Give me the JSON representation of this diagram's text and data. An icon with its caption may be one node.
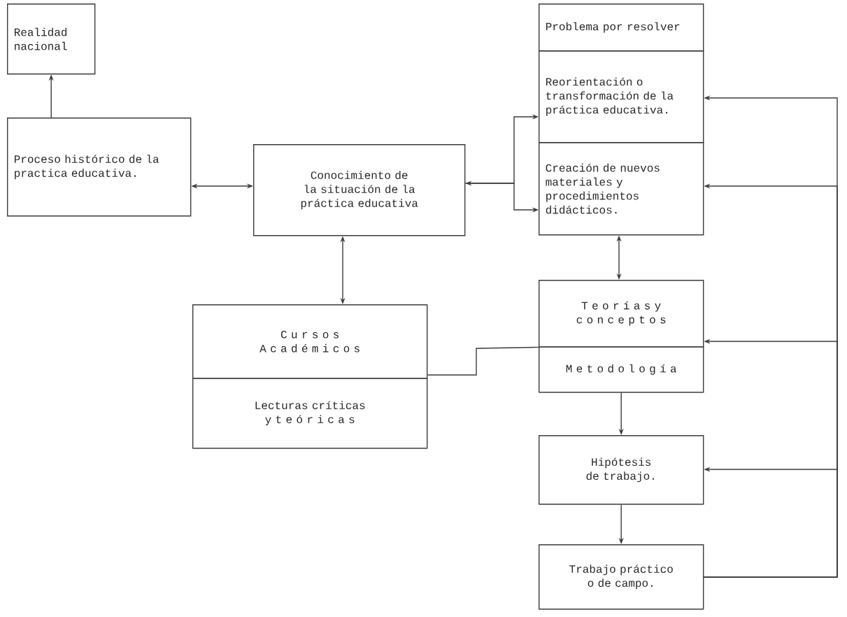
{
  "diagram": {
    "nodes": [
      {
        "text": [
          "Realidad nacional"
        ]
      },
      {
        "text": [
          "Proceso histórico de la practica educativa."
        ]
      },
      {
        "text": [
          "Conocimiento de la situación de la práctica educativa"
        ]
      },
      {
        "text": [
          "Problema por resolver"
        ]
      },
      {
        "text": [
          "Reorientación o transformación de la práctica educativa."
        ]
      },
      {
        "text": [
          "Creación de nuevos materiales y procedimientos didácticos."
        ]
      },
      {
        "text": [
          "T e o r í a s y",
          "c o n c e p t o s"
        ]
      },
      {
        "text": [
          "M e t o d o l o g í a"
        ]
      },
      {
        "text": [
          "C u r s o s",
          "A c a d é m i c o s"
        ]
      },
      {
        "text": [
          "Lecturas críticas y t e ó r i c a s"
        ]
      },
      {
        "text": [
          "Hipótesis de trabajo."
        ]
      },
      {
        "text": [
          "Trabajo práctico o de campo."
        ]
      }
    ],
    "edges": [
      {
        "from": 1,
        "to": 0,
        "arrow": "to"
      },
      {
        "from": 1,
        "to": 2,
        "arrow": "both"
      },
      {
        "from": 2,
        "to": 4,
        "arrow": "both"
      },
      {
        "from": 2,
        "to": 5,
        "arrow": "to"
      },
      {
        "from": 2,
        "to": 8,
        "arrow": "both"
      },
      {
        "from": 5,
        "to": 6,
        "arrow": "both"
      },
      {
        "from": 8,
        "to": 6,
        "arrow": "none"
      },
      {
        "from": 7,
        "to": 10,
        "arrow": "to"
      },
      {
        "from": 10,
        "to": 11,
        "arrow": "to"
      },
      {
        "from": 11,
        "to": 4,
        "arrow": "to"
      },
      {
        "from": 11,
        "to": 5,
        "arrow": "to"
      },
      {
        "from": 11,
        "to": 6,
        "arrow": "to"
      },
      {
        "from": 11,
        "to": 10,
        "arrow": "to"
      }
    ]
  }
}
